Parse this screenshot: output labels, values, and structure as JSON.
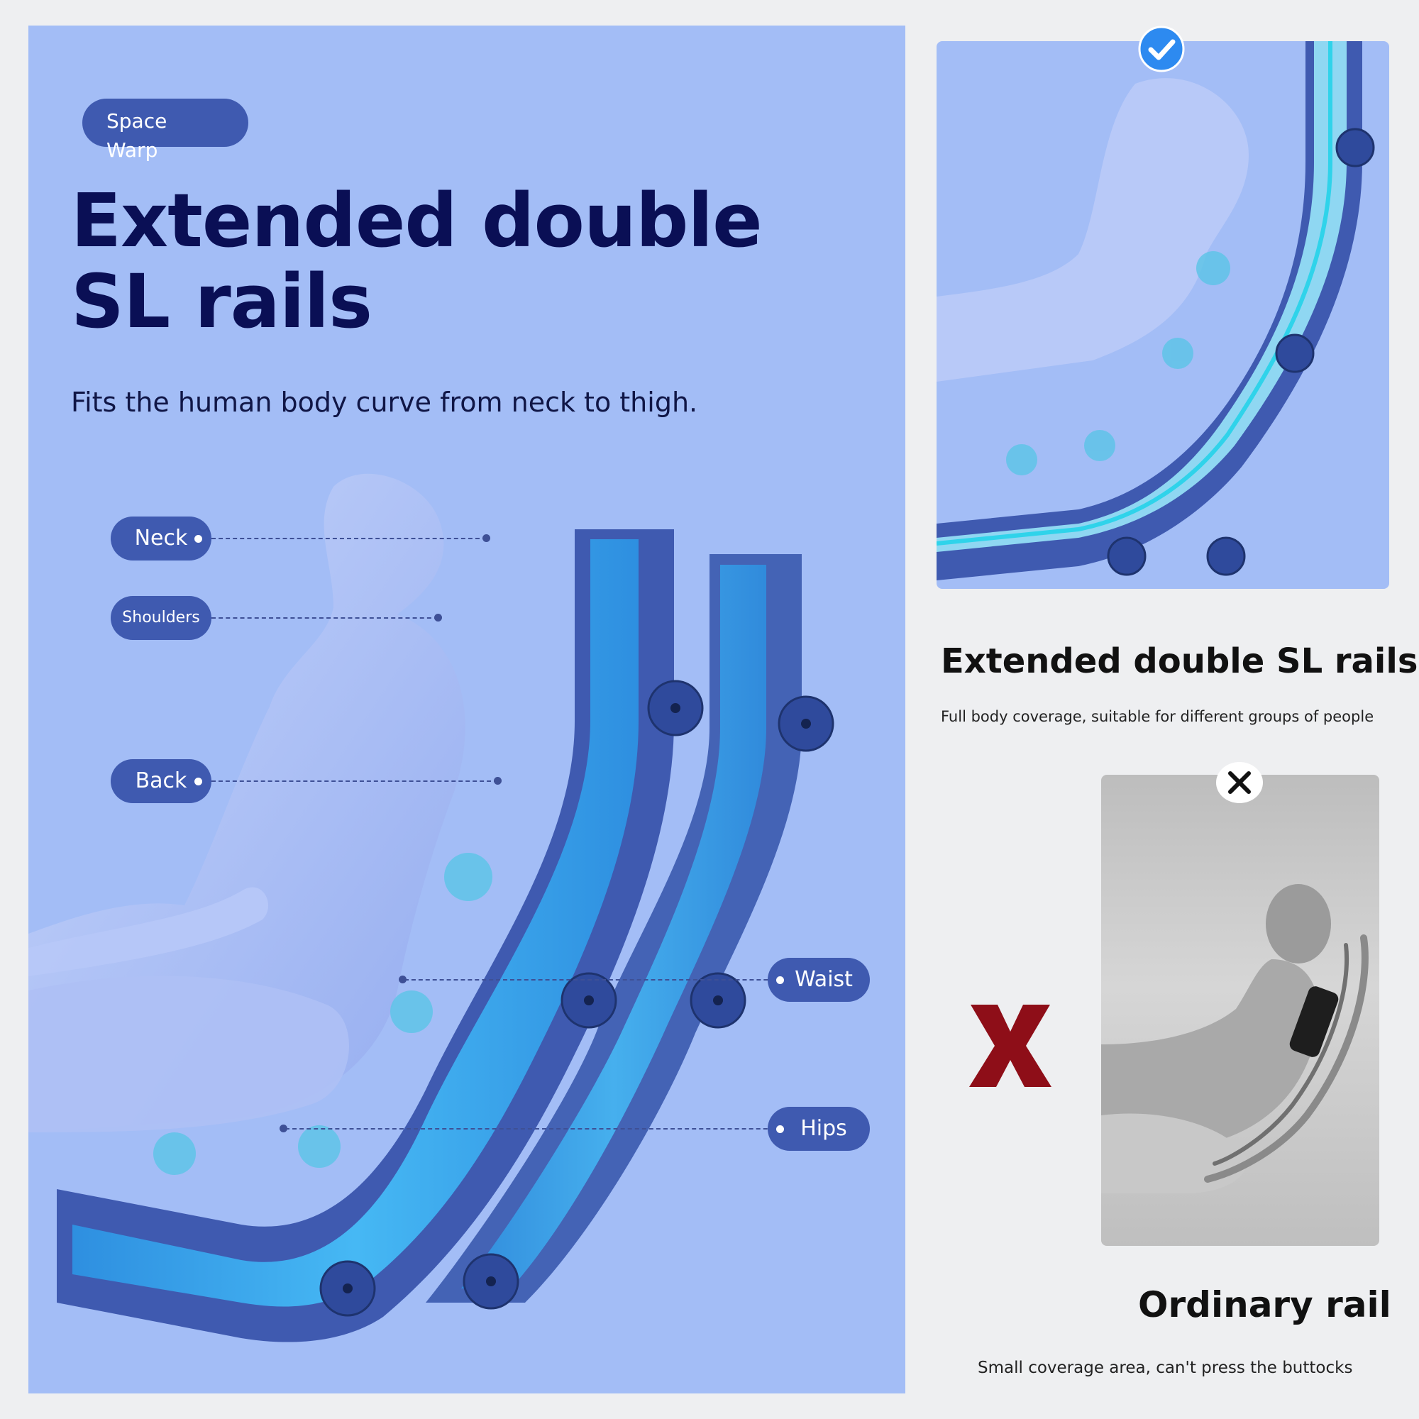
{
  "brand": {
    "name": "Space Warp"
  },
  "hero": {
    "title": "Extended double SL rails",
    "subtitle": "Fits the human body curve from neck to thigh."
  },
  "body_labels": {
    "neck": "Neck",
    "shoulders": "Shoulders",
    "back": "Back",
    "waist": "Waist",
    "hips": "Hips"
  },
  "comparison": {
    "good": {
      "title": "Extended double SL rails",
      "subtitle": "Full body coverage, suitable for different groups of people"
    },
    "bad": {
      "title": "Ordinary rail",
      "subtitle": "Small coverage area, can't press the buttocks"
    }
  },
  "colors": {
    "panel_blue": "#a3bdf6",
    "rail_blue": "#38a8ee",
    "frame_blue": "#3f5ab0",
    "title_navy": "#0a0f55",
    "check_blue": "#2d8af0",
    "reject_red": "#8e0e18"
  },
  "icons": {
    "good_marker": "check-circle-icon",
    "bad_marker": "close-icon",
    "reject_marker": "large-x-icon"
  }
}
